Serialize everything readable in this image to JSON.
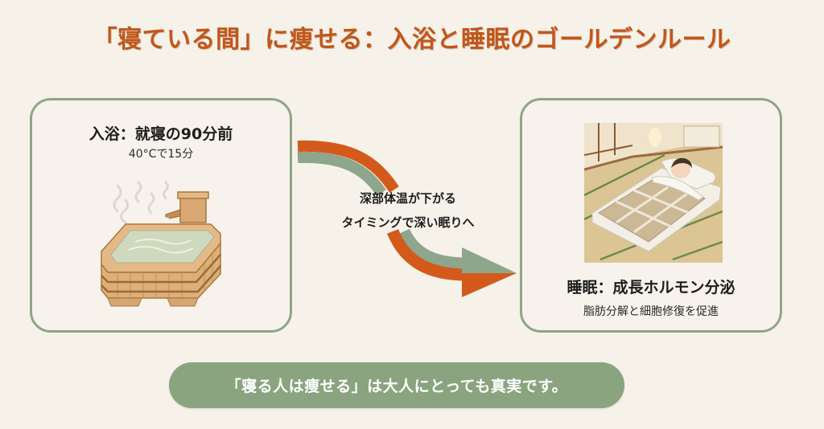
{
  "title": "「寝ている間」に痩せる：入浴と睡眠のゴールデンルール",
  "colors": {
    "background": "#f6f2ea",
    "title": "#c2561a",
    "card_border": "#8ea685",
    "arrow_orange": "#d45a1c",
    "arrow_green": "#8ea68c",
    "pill_fill": "#8aa47f",
    "pill_text": "#ffffff"
  },
  "left_card": {
    "heading": "入浴：就寝の90分前",
    "subtext": "40°Cで15分",
    "illustration": "wooden-bathtub-with-steam"
  },
  "arrow": {
    "line1": "深部体温が下がる",
    "line2": "タイミングで深い眠りへ",
    "icon": "curved-arrow-right"
  },
  "right_card": {
    "heading": "睡眠：成長ホルモン分泌",
    "subtext": "脂肪分解と細胞修復を促進",
    "illustration": "person-sleeping-on-futon"
  },
  "footer": {
    "message": "「寝る人は痩せる」は大人にとっても真実です。"
  }
}
